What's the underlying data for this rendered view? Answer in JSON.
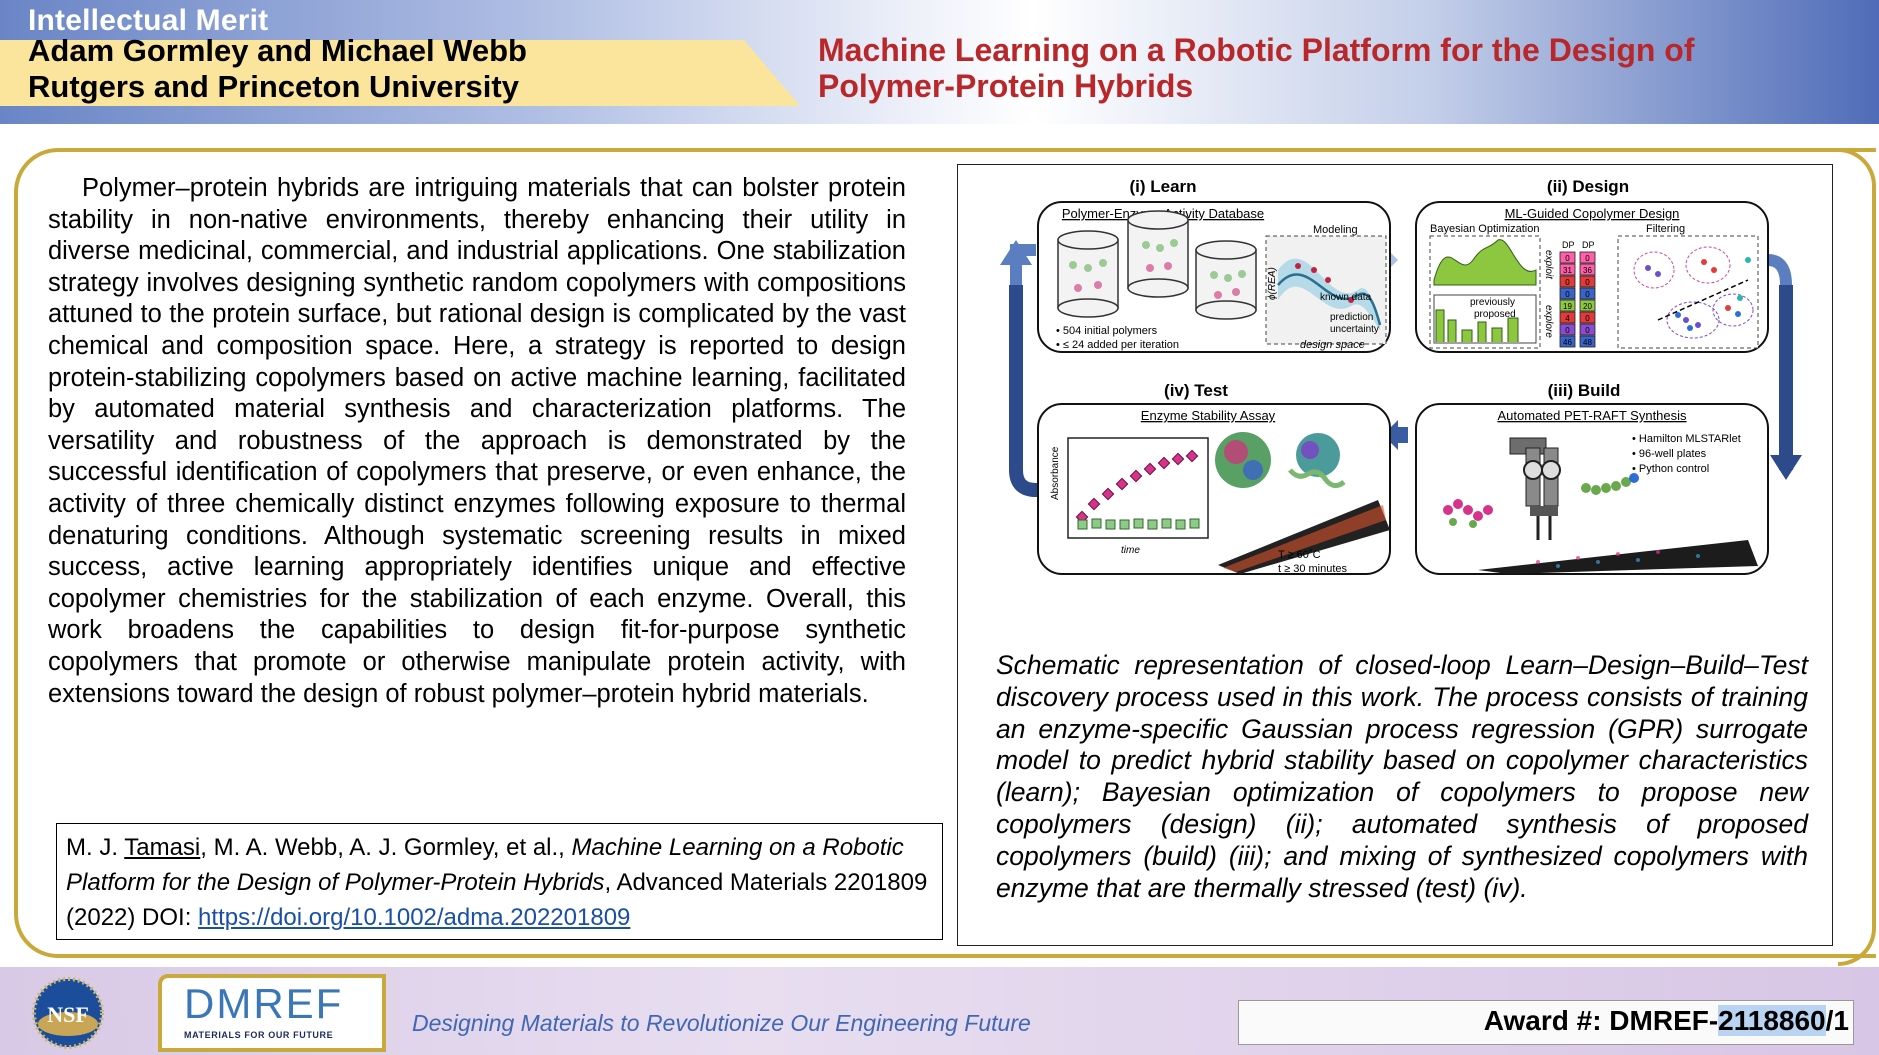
{
  "header": {
    "merit": "Intellectual Merit",
    "authors": "Adam Gormley and Michael Webb",
    "institutions": "Rutgers and Princeton University",
    "title_line1": "Machine Learning on a Robotic Platform for the Design of",
    "title_line2": "Polymer-Protein Hybrids"
  },
  "abstract": "Polymer–protein hybrids are intriguing materials that can bolster protein stability in non-native environments, thereby enhancing their utility in diverse medicinal, commercial, and industrial applications. One stabilization strategy involves designing synthetic random copolymers with compositions attuned to the protein surface, but rational design is complicated by the vast chemical and composition space. Here, a strategy is reported to design protein-stabilizing copolymers based on active machine learning, facilitated by automated material synthesis and characterization platforms. The versatility and robustness of the approach is demonstrated by the successful identification of copolymers that preserve, or even enhance, the activity of three chemically distinct enzymes following exposure to thermal denaturing conditions. Although systematic screening results in mixed success, active learning appropriately identifies unique and effective copolymer chemistries for the stabilization of each enzyme. Overall, this work broadens the capabilities to design fit-for-purpose synthetic copolymers that promote or otherwise manipulate protein activity, with extensions toward the design of robust polymer–protein hybrid materials.",
  "citation": {
    "first_author": "Tamasi",
    "authors_prefix": "M. J. ",
    "authors_suffix": ", M. A. Webb, A. J. Gormley, et al., ",
    "title": "Machine Learning on a Robotic Platform for the Design of Polymer-Protein Hybrids",
    "journal": ", Advanced Materials 2201809 (2022) DOI: ",
    "doi": "https://doi.org/10.1002/adma.202201809"
  },
  "figure": {
    "learn_title": "(i) Learn",
    "learn_sub": "Polymer-Enzyme Activity Database",
    "modeling": "Modeling",
    "known_data": "known data",
    "prediction": "prediction",
    "uncertainty": "uncertainty",
    "design_space": "design space",
    "yaxis_rea": "ϕ(REA)",
    "bullet1": "• 504 initial polymers",
    "bullet2": "• ≤ 24 added per iteration",
    "design_title": "(ii) Design",
    "design_sub": "ML-Guided Copolymer Design",
    "bayes": "Bayesian Optimization",
    "filtering": "Filtering",
    "exploit": "exploit",
    "explore": "explore",
    "previously": "previously",
    "proposed": "proposed",
    "dp": "DP",
    "dp_values_left": [
      "0",
      "31",
      "0",
      "0",
      "19",
      "4",
      "0",
      "46"
    ],
    "dp_values_right": [
      "0",
      "36",
      "0",
      "0",
      "20",
      "0",
      "0",
      "48"
    ],
    "test_title": "(iv) Test",
    "test_sub": "Enzyme Stability Assay",
    "absorbance": "Absorbance",
    "time": "time",
    "temp": "T ≥ 60˚C",
    "minutes": "t ≥ 30 minutes",
    "build_title": "(iii) Build",
    "build_sub": "Automated PET-RAFT Synthesis",
    "build_b1": "• Hamilton MLSTARlet",
    "build_b2": "• 96-well plates",
    "build_b3": "• Python control"
  },
  "caption": "Schematic representation of closed-loop Learn–Design–Build–Test discovery process used in this work. The process consists of training an enzyme-specific Gaussian process regression (GPR) surrogate model to predict hybrid stability based on copolymer characteristics (learn); Bayesian optimization of copolymers to propose new copolymers (design) (ii); automated synthesis of proposed copolymers (build) (iii); and mixing of synthesized copolymers with enzyme that are thermally stressed (test) (iv).",
  "footer": {
    "nsf": "NSF",
    "dmref": "DMREF",
    "dmref_tag": "MATERIALS FOR OUR FUTURE",
    "tagline": "Designing Materials to Revolutionize Our Engineering Future",
    "award_prefix": "Award #: DMREF-",
    "award_number": "2118860",
    "award_suffix": "/1"
  },
  "colors": {
    "title_red": "#b8272a",
    "gold": "#c8a93a",
    "author_yellow": "#fbe59c",
    "link_blue": "#1a4fa8",
    "tagline_blue": "#3f67b2"
  }
}
